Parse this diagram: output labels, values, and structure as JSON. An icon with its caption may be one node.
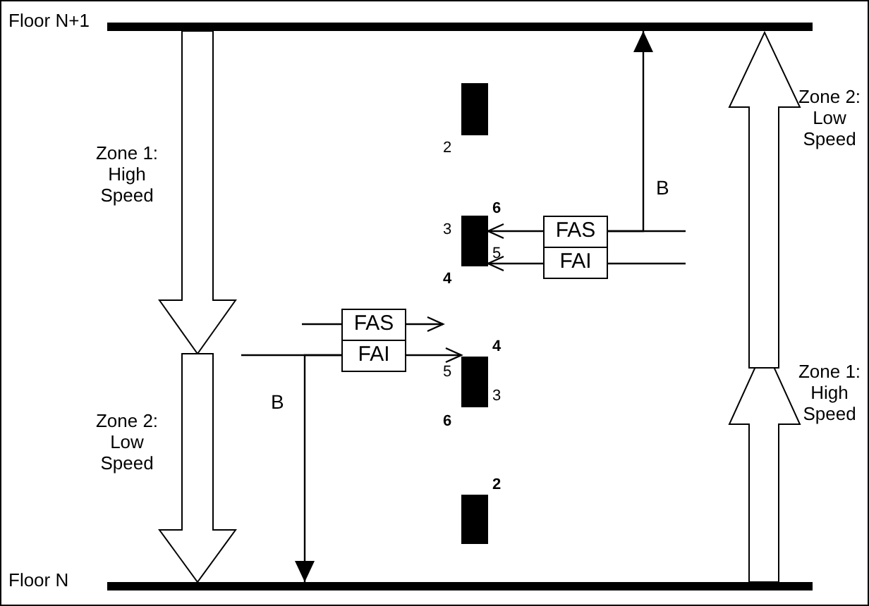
{
  "diagram": {
    "nodes": [
      {
        "text": [
          "Floor N+1"
        ]
      },
      {
        "text": [],
        "shape": "bar"
      },
      {
        "text": [],
        "shape": "bar"
      },
      {
        "text": [
          "FAS"
        ]
      },
      {
        "text": [
          "FAI"
        ]
      },
      {
        "text": [
          "FAS"
        ]
      },
      {
        "text": [
          "FAI"
        ]
      },
      {
        "text": [],
        "shape": "bar"
      },
      {
        "text": [],
        "shape": "bar"
      },
      {
        "text": [
          "Floor N"
        ]
      }
    ],
    "edges": [
      {
        "from": 3,
        "to": 2,
        "arrow": "to"
      },
      {
        "from": 4,
        "to": 2,
        "arrow": "to"
      },
      {
        "from": 5,
        "to": null,
        "arrow": "to"
      },
      {
        "from": 6,
        "to": 7,
        "arrow": "to"
      },
      {
        "from": 6,
        "to": 9,
        "arrow": "to",
        "label": "B"
      },
      {
        "from": 3,
        "to": 0,
        "arrow": "to",
        "label": "B"
      },
      {
        "from": null,
        "to": 5,
        "arrow": "none"
      },
      {
        "from": null,
        "to": 6,
        "arrow": "none"
      },
      {
        "from": null,
        "to": 3,
        "arrow": "none"
      },
      {
        "from": null,
        "to": 4,
        "arrow": "none"
      }
    ],
    "labels": [
      "Zone 2: Low Speed",
      "Zone 1: High Speed",
      "2",
      "6",
      "3",
      "5",
      "4",
      "4",
      "5",
      "3",
      "6",
      "Zone 2: Low Speed",
      "Zone 1: High Speed",
      "2"
    ]
  }
}
